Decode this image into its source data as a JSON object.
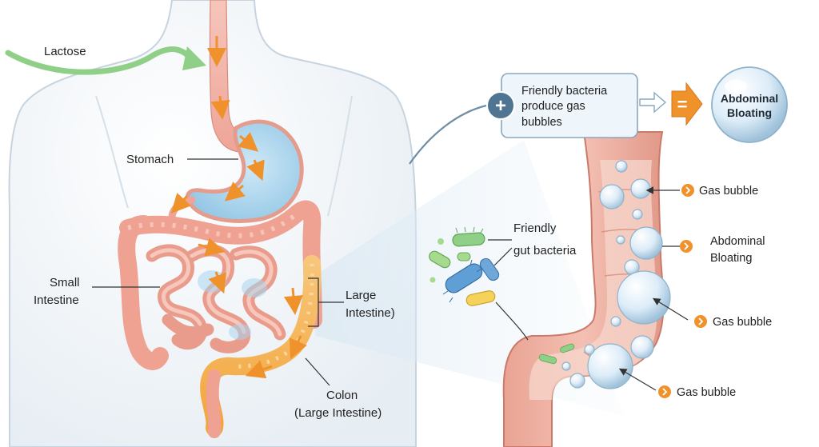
{
  "labels": {
    "lactose": "Lactose",
    "stomach": "Stomach",
    "small_intestine": [
      "Small",
      "Intestine"
    ],
    "large_intestine": [
      "Large",
      "Intestine)"
    ],
    "colon": [
      "Colon",
      "(Large Intestine)"
    ],
    "friendly_gut_bacteria": [
      "Friendly",
      "gut bacteria"
    ],
    "process_box": [
      "Friendly bacteria",
      "produce gas",
      "bubbles"
    ],
    "result_bubble": [
      "Abdominal",
      "Bloating"
    ],
    "callouts": [
      {
        "text": [
          "Gas bubble"
        ]
      },
      {
        "text": [
          "Abdominal",
          "Bloating"
        ]
      },
      {
        "text": [
          "Gas bubble"
        ]
      },
      {
        "text": [
          "Gas bubble"
        ]
      }
    ],
    "plus_symbol": "+",
    "equals_symbol": "="
  },
  "icons": {
    "process": "plus-icon",
    "result": "equals-icon",
    "callout": "chevron-right-icon"
  },
  "colors": {
    "arrow_orange": "#f0922b",
    "lactose_green": "#8fcf87",
    "intestine_pink": "#f2a69a",
    "colon_orange": "#f7b24a",
    "stomach_blue": "#a9d6f0",
    "body_outline": "#c7d4df"
  }
}
